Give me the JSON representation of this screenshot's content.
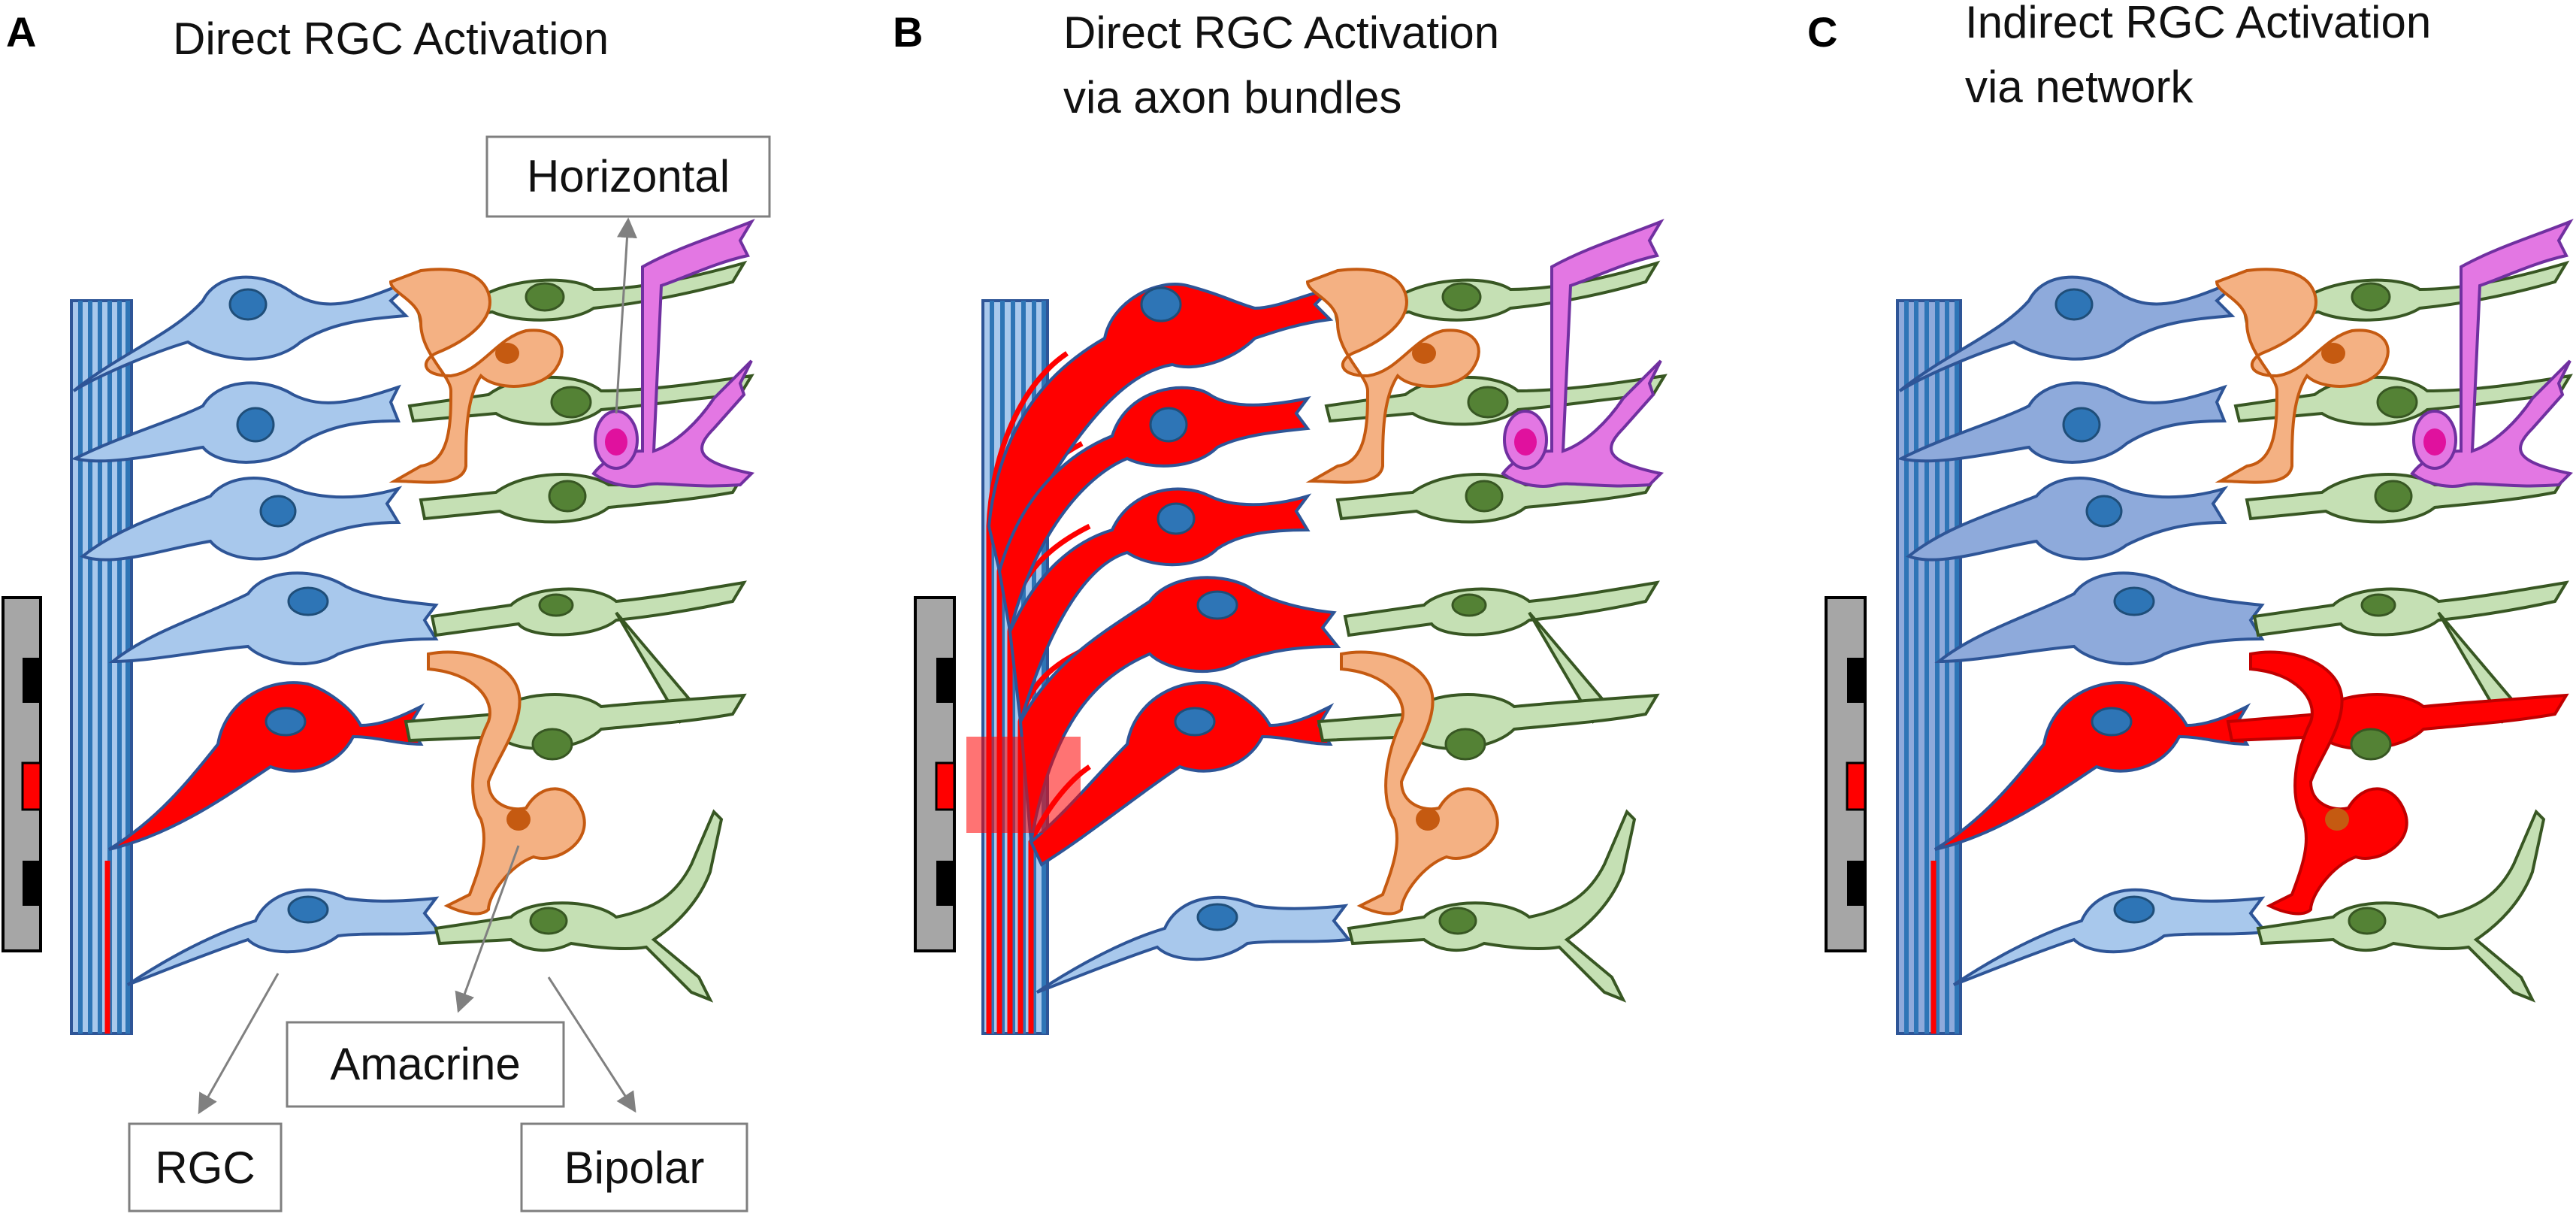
{
  "panels": [
    {
      "letter": "A",
      "title": [
        "Direct RGC Activation"
      ]
    },
    {
      "letter": "B",
      "title": [
        "Direct RGC Activation",
        "via axon bundles"
      ]
    },
    {
      "letter": "C",
      "title": [
        "Indirect RGC Activation",
        "via network"
      ]
    }
  ],
  "labels": {
    "horizontal": "Horizontal",
    "amacrine": "Amacrine",
    "rgc": "RGC",
    "bipolar": "Bipolar"
  },
  "colors": {
    "background": "#ffffff",
    "rgc_fill": "#a8c8ec",
    "rgc_fill_c": "#8eaadb",
    "rgc_stroke": "#2e5597",
    "rgc_nucleus": "#2e75b6",
    "activated": "#ff0000",
    "bipolar_fill": "#c5e0b4",
    "bipolar_stroke": "#385723",
    "bipolar_nucleus": "#548235",
    "amacrine_fill": "#f4b183",
    "amacrine_stroke": "#c55a11",
    "horizontal_fill": "#e377e3",
    "horizontal_stroke": "#7030a0",
    "horizontal_nucleus": "#e0119e",
    "axon_bundle": "#2e75b6",
    "implant": "#a6a6a6"
  },
  "icons": [
    "retinal-ganglion-cell",
    "bipolar-cell",
    "amacrine-cell",
    "horizontal-cell",
    "electrode-array",
    "axon-bundle",
    "stimulation-zone"
  ]
}
